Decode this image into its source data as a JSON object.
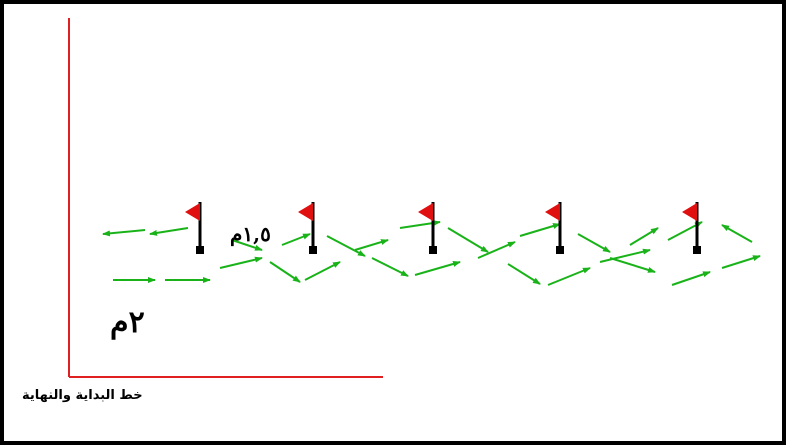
{
  "labels": {
    "start_finish_line": "خط البداية والنهاية",
    "distance_to_course": "٢م",
    "flag_spacing": "١,٥م"
  },
  "colors": {
    "frame": "#000000",
    "start_line": "#e02020",
    "arrow": "#19b319",
    "flag": "#e01010",
    "pole": "#000000",
    "base": "#000000"
  },
  "icons": {
    "flag": "flag-icon",
    "arrow": "arrow-icon"
  },
  "course": {
    "flag_count": 5
  }
}
